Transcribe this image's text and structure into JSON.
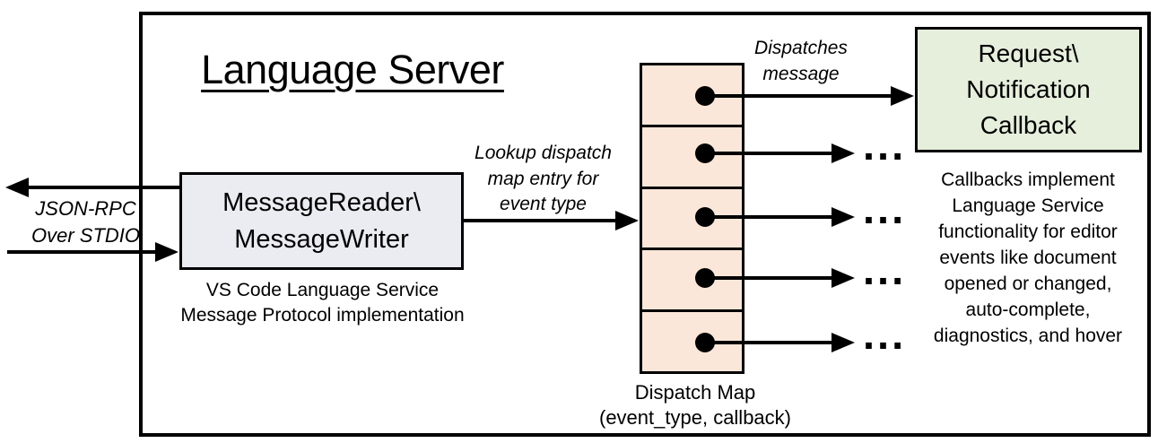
{
  "diagram": {
    "title": "Language Server",
    "io_label": {
      "lines": [
        "JSON-RPC",
        "Over STDIO"
      ]
    },
    "reader_box": {
      "lines": [
        "MessageReader\\",
        "MessageWriter"
      ],
      "caption": [
        "VS Code Language Service",
        "Message Protocol implementation"
      ]
    },
    "lookup_label": {
      "lines": [
        "Lookup dispatch",
        "map entry for",
        "event type"
      ]
    },
    "dispatches_label": {
      "lines": [
        "Dispatches",
        "message"
      ]
    },
    "callback_box": {
      "lines": [
        "Request\\",
        "Notification",
        "Callback"
      ]
    },
    "callbacks_note": {
      "lines": [
        "Callbacks implement",
        "Language Service",
        "functionality for editor",
        "events like document",
        "opened or changed,",
        "auto-complete,",
        "diagnostics, and hover"
      ]
    },
    "dispatch_map": {
      "caption": [
        "Dispatch Map",
        "(event_type, callback)"
      ],
      "cell_count": 5
    },
    "ellipsis": "..."
  },
  "colors": {
    "reader_box_fill": "#ebebf2",
    "dispatch_map_fill": "#fbe7d9",
    "callback_box_fill": "#e5efdc",
    "line_color": "#000000",
    "background": "#ffffff"
  }
}
